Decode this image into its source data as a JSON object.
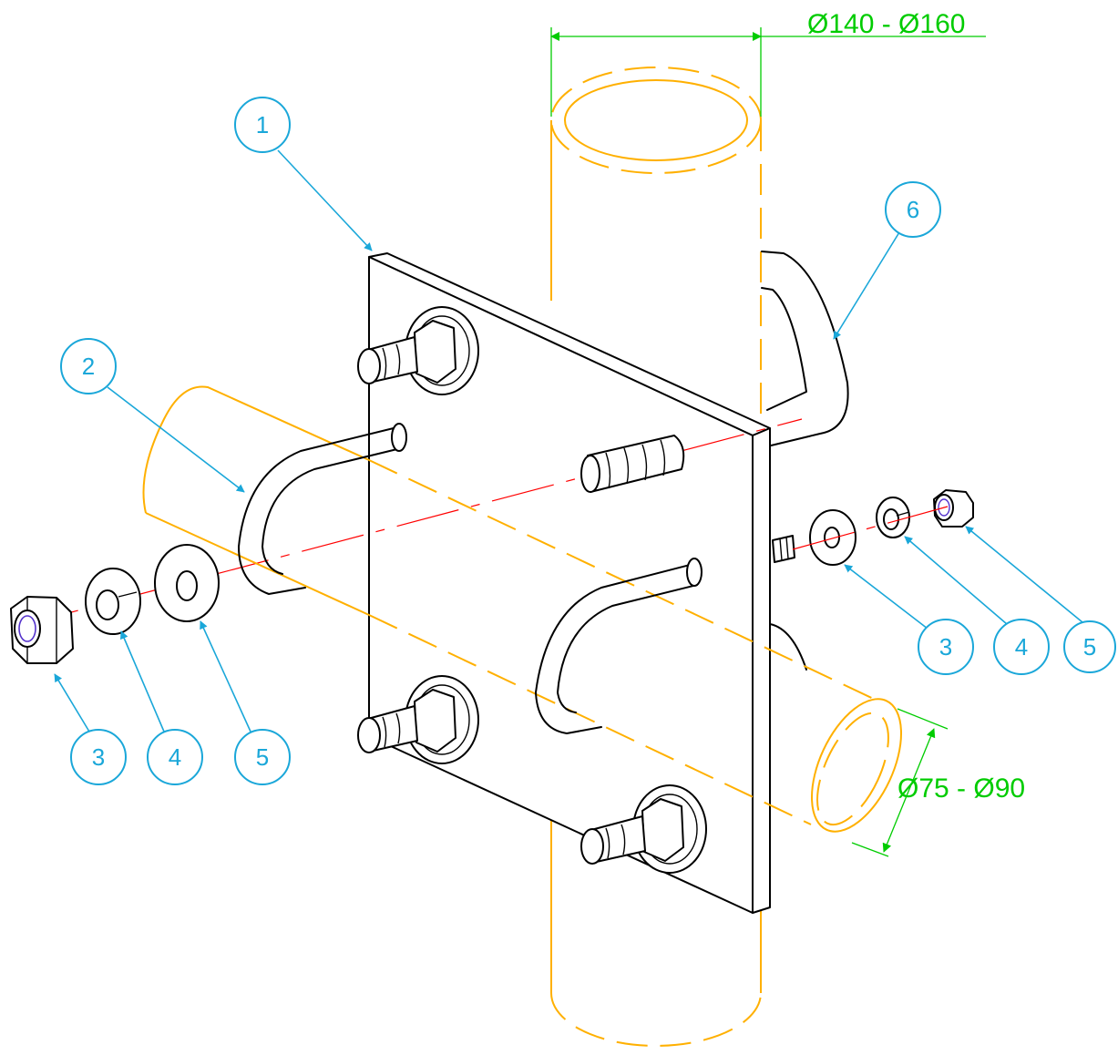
{
  "colors": {
    "pipe": "#FFB000",
    "leader": "#1AA7D9",
    "dimension": "#00CC00",
    "axis": "#FF0000",
    "line": "#000000"
  },
  "dimensions": {
    "vertical_pipe_diameter": "Ø140 - Ø160",
    "horizontal_pipe_diameter": "Ø75 - Ø90"
  },
  "balloons": {
    "plate": "1",
    "ubolt_horizontal": "2",
    "left_nut": "3",
    "left_spring_washer": "4",
    "left_flat_washer": "5",
    "right_flat_washer": "3",
    "right_spring_washer": "4",
    "right_nut": "5",
    "ubolt_vertical": "6"
  }
}
